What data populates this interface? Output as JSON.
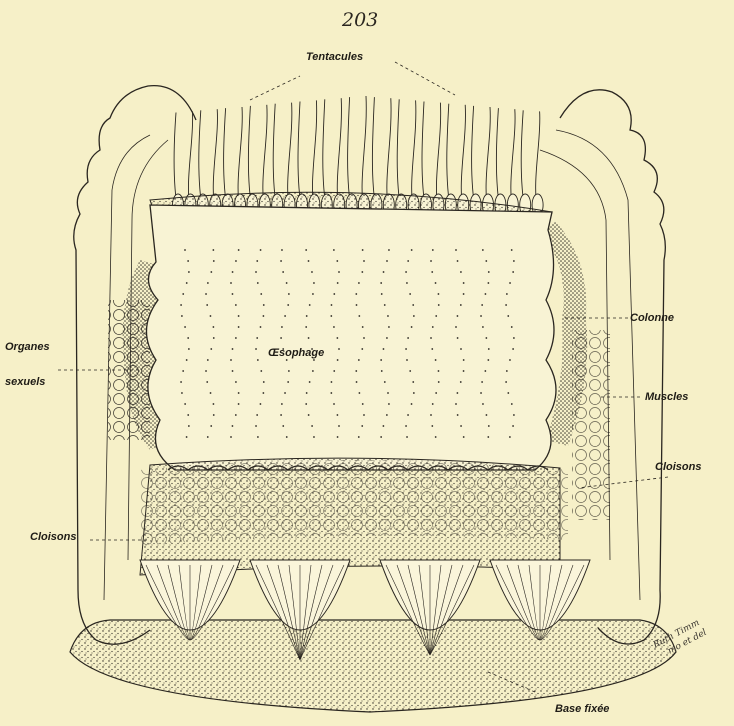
{
  "page_number": "203",
  "labels": {
    "tentacules": "Tentacules",
    "colonne": "Colonne",
    "organes": "Organes",
    "sexuels": "sexuels",
    "oesophage": "Œsophage",
    "muscles": "Muscles",
    "cloisons_right": "Cloisons",
    "cloisons_left": "Cloisons",
    "base_fixee": "Base fixée"
  },
  "signature": [
    "Ruth Timm",
    "mo et del"
  ]
}
